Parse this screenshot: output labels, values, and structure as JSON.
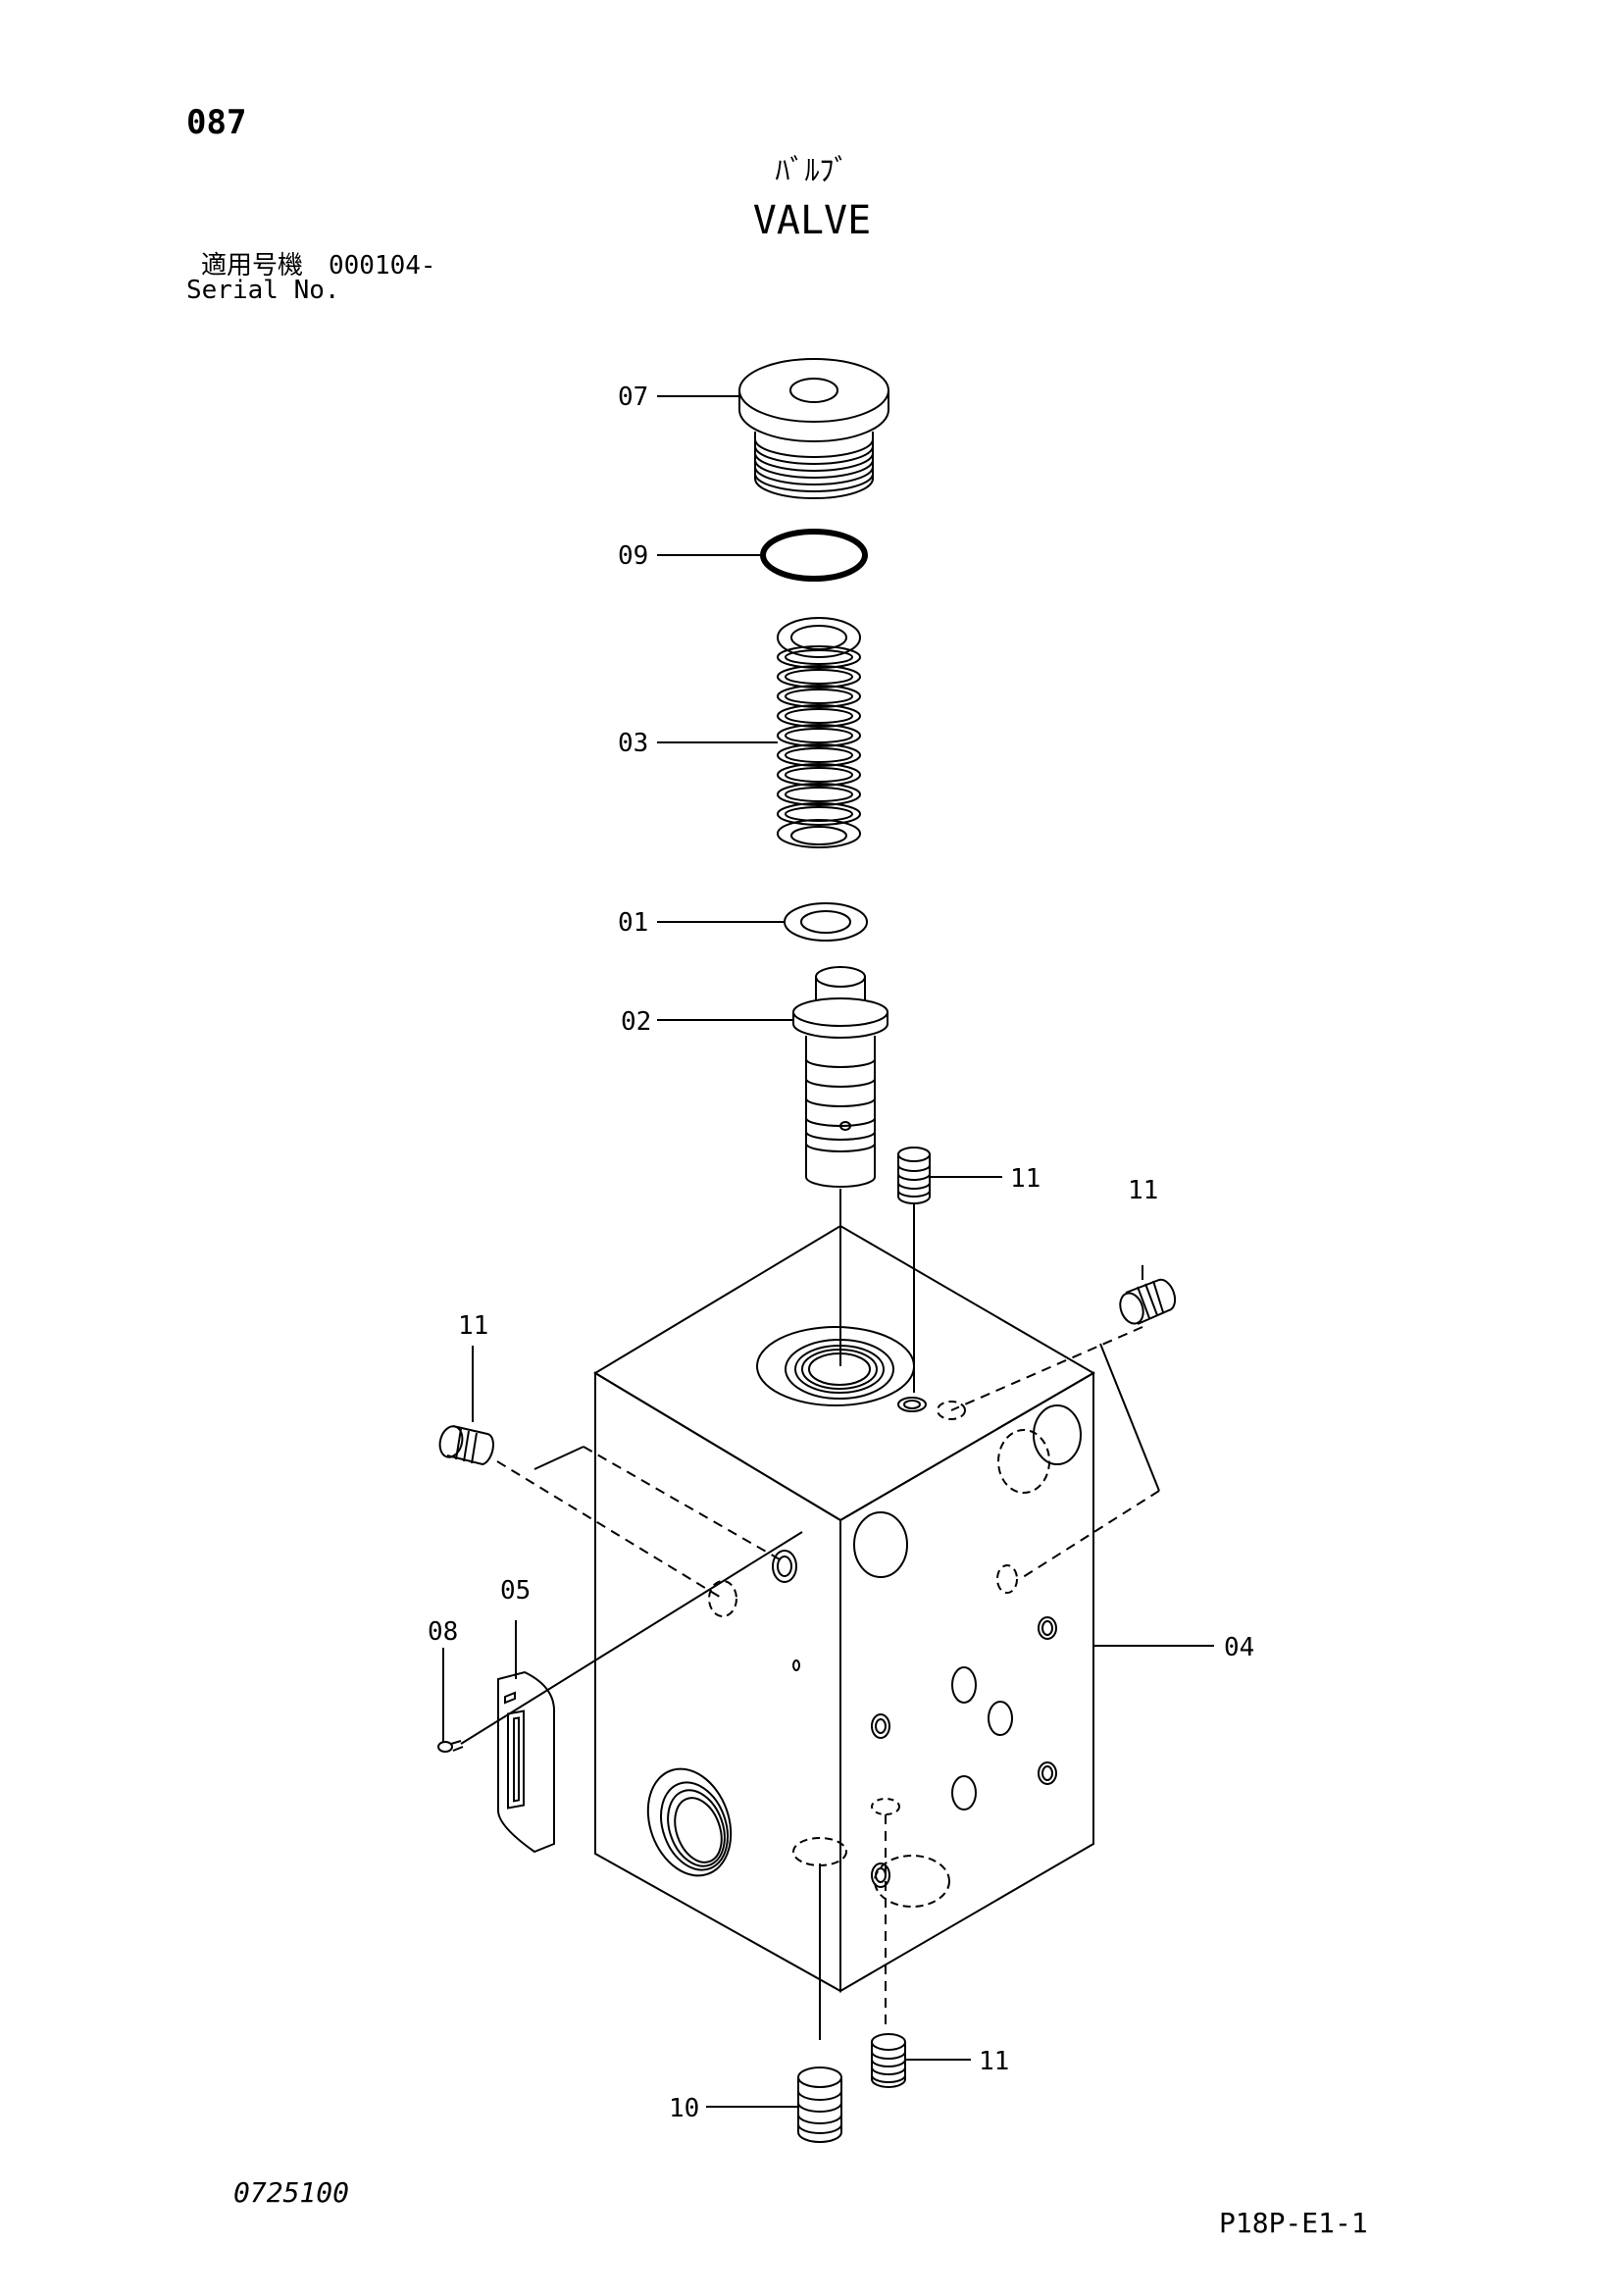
{
  "header": {
    "page_number": "087",
    "title_jp": "ﾊﾞﾙﾌﾞ",
    "title_en": "VALVE",
    "serial_label_jp": "適用号機　000104-",
    "serial_label_en": "Serial No."
  },
  "footer": {
    "drawing_code": "0725100",
    "page_code": "P18P-E1-1"
  },
  "part_labels": {
    "p07": "07",
    "p09": "09",
    "p03": "03",
    "p01": "01",
    "p02": "02",
    "p11_a": "11",
    "p11_b": "11",
    "p11_c": "11",
    "p11_d": "11",
    "p05": "05",
    "p08": "08",
    "p04": "04",
    "p10": "10"
  }
}
